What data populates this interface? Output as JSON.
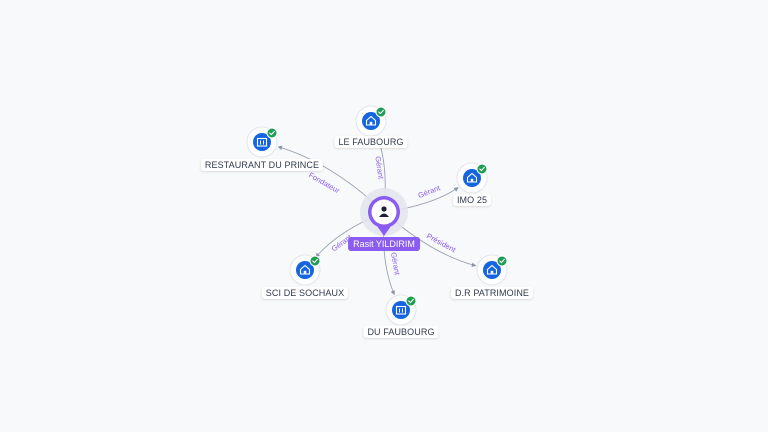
{
  "center": {
    "name": "Rasit YILDIRIM",
    "icon": "person-icon",
    "color": "#8a5cf0"
  },
  "companies": [
    {
      "key": "restaurant-du-prince",
      "name": "RESTAURANT DU PRINCE",
      "role": "Fondateur",
      "icon": "building-icon"
    },
    {
      "key": "le-faubourg",
      "name": "LE FAUBOURG",
      "role": "Gérant",
      "icon": "house-icon"
    },
    {
      "key": "imo-25",
      "name": "IMO 25",
      "role": "Gérant",
      "icon": "house-icon"
    },
    {
      "key": "d-r-patrimoine",
      "name": "D.R PATRIMOINE",
      "role": "Président",
      "icon": "house-icon"
    },
    {
      "key": "du-faubourg",
      "name": "DU FAUBOURG",
      "role": "Gérant",
      "icon": "building-icon"
    },
    {
      "key": "sci-de-sochaux",
      "name": "SCI DE SOCHAUX",
      "role": "Gérant",
      "icon": "house-icon"
    }
  ],
  "colors": {
    "company_node": "#1565e0",
    "status_ok": "#1f9d55",
    "edge_label": "#8a5cf0",
    "edge": "#9aa3b2"
  }
}
